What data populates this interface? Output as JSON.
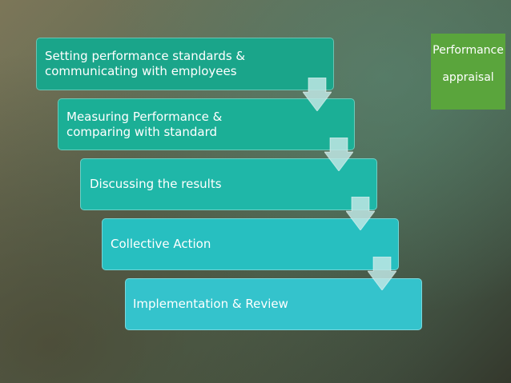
{
  "badge": {
    "line1": "Performance",
    "line2": "appraisal",
    "color": "#5aa53c"
  },
  "steps": [
    {
      "label": "Setting performance standards & communicating with employees",
      "color": "#1aa58a"
    },
    {
      "label": "Measuring Performance & comparing with standard",
      "color": "#1baf96"
    },
    {
      "label": "Discussing the results",
      "color": "#1fb7a8"
    },
    {
      "label": "Collective Action",
      "color": "#27bfc0"
    },
    {
      "label": "Implementation & Review",
      "color": "#34c3cc"
    }
  ],
  "icons": {
    "arrow": "down-arrow-icon"
  },
  "arrow_color": "#bfe6e4"
}
